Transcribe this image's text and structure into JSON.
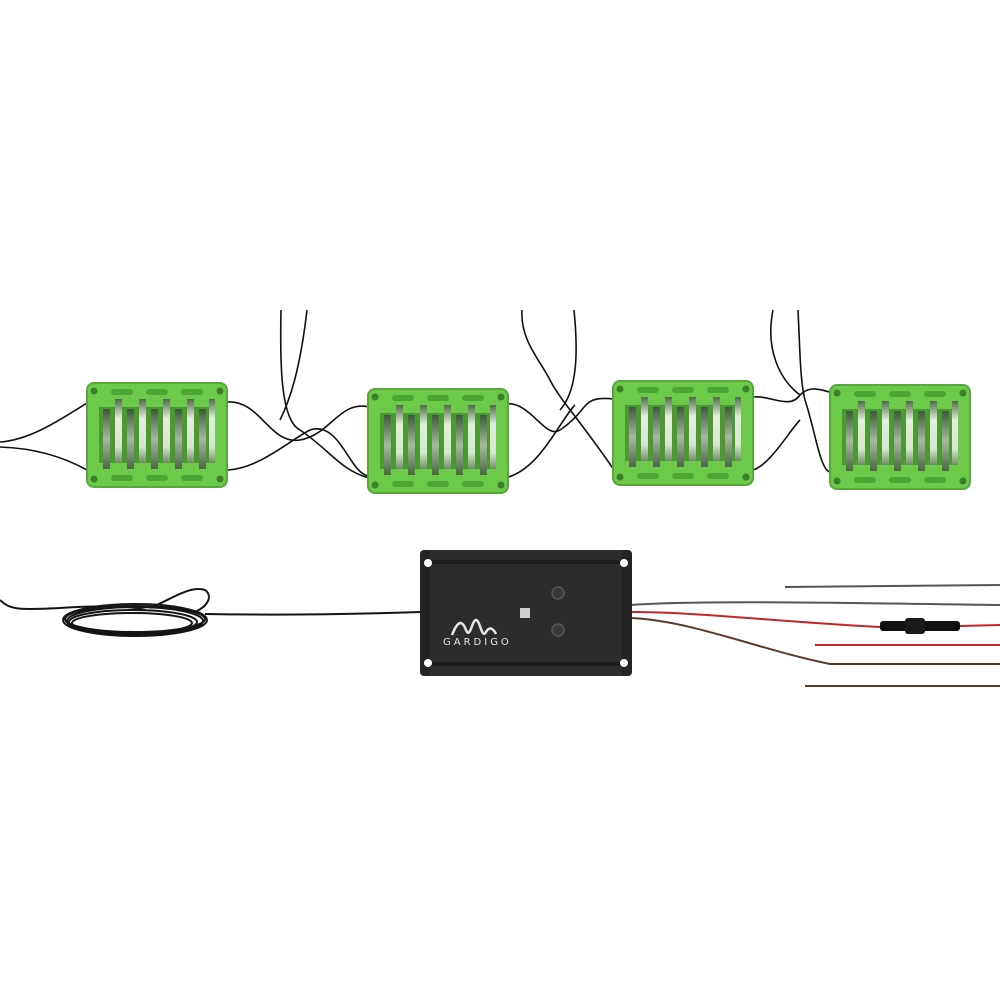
{
  "scene": {
    "description": "Product photo of an ultrasonic car pest repeller kit: four green speaker modules connected by black wires, a black control unit, a coiled black cable and colored power leads",
    "background": "#ffffff"
  },
  "control_unit": {
    "brand": "GARDIGO",
    "body_color": "#2a2a2a",
    "logo_color": "#e6e6e6",
    "led_color": "#cfcfcf"
  },
  "speaker_modules": {
    "count": 4,
    "color": "#6cc94a",
    "dark_color": "#4fa534",
    "blade_color": "#c9d9c0"
  },
  "wires": {
    "black": "#111111",
    "grey": "#555555",
    "red": "#c0272d",
    "brown": "#5a3a2a",
    "fuse_holder": "#111111"
  }
}
